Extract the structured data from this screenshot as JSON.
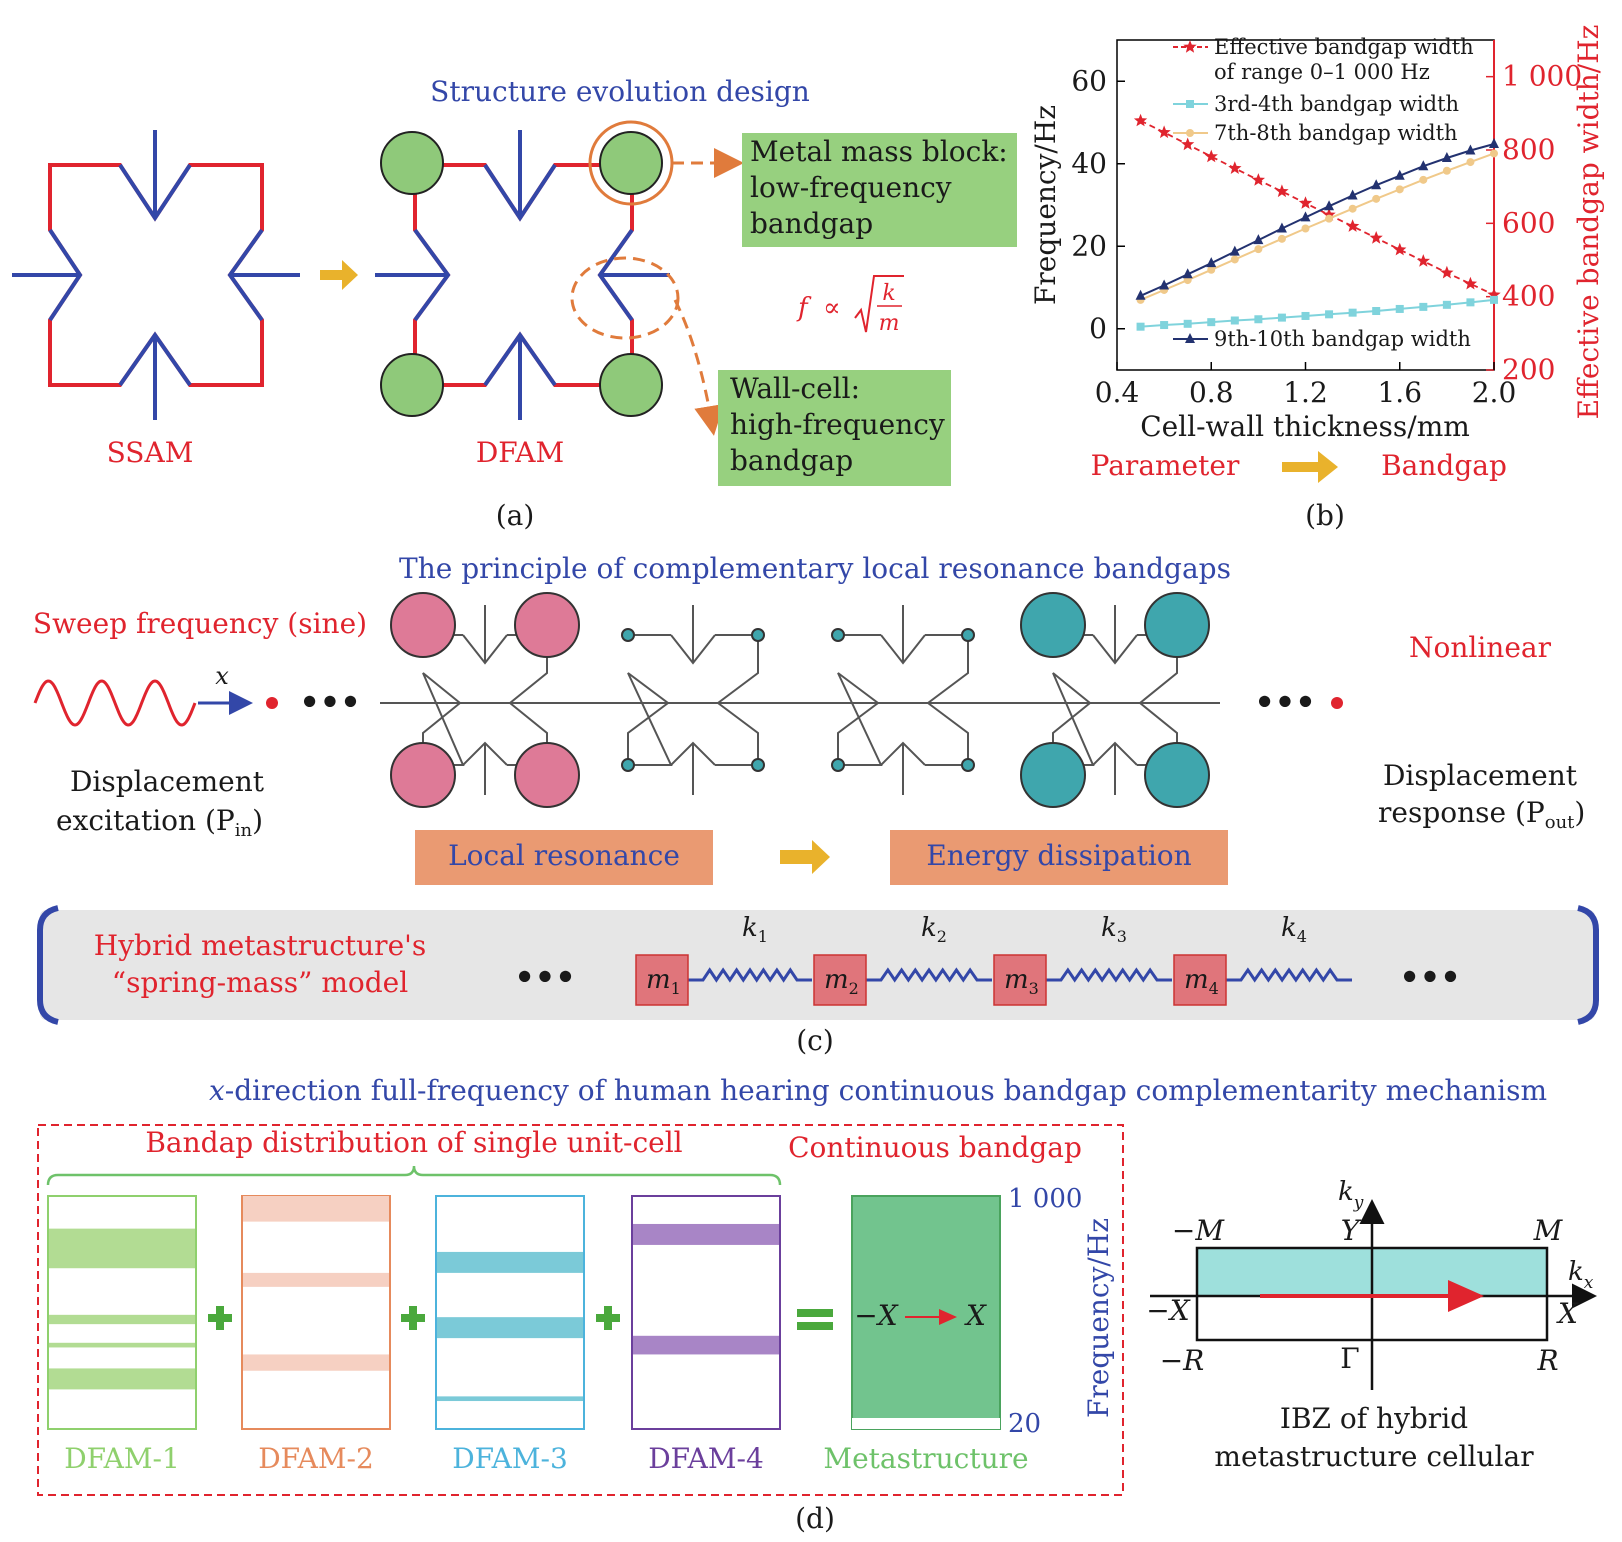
{
  "colors": {
    "red": "#e0242e",
    "blue": "#3347a8",
    "green_box": "#97d07f",
    "mass_green": "#8fc97a",
    "orange": "#e07b3c",
    "arrow_gold": "#e9b22c",
    "pink": "#de7a97",
    "teal": "#3fa6ad",
    "salmon": "#ea9a72",
    "gray_panel": "#e6e6e6",
    "metastructure_green": "#72c48e"
  },
  "panel_a": {
    "title": "Structure evolution design",
    "ssam_label": "SSAM",
    "dfam_label": "DFAM",
    "mass_box": [
      "Metal mass block:",
      "low-frequency",
      "bandgap"
    ],
    "wall_box": [
      "Wall-cell:",
      "high-frequency",
      "bandgap"
    ],
    "formula_f": "f",
    "formula_prop": "∝",
    "formula_k": "k",
    "formula_m": "m",
    "caption": "(a)"
  },
  "panel_b": {
    "caption": "(b)",
    "parameter_label": "Parameter",
    "bandgap_label": "Bandgap"
  },
  "chart_data": {
    "type": "line",
    "xlabel": "Cell-wall thickness/mm",
    "ylabel": "Frequency/Hz",
    "y2label": "Effective bandgap width/Hz",
    "xlim": [
      0.4,
      2.0
    ],
    "ylim": [
      -10,
      70
    ],
    "y2lim": [
      200,
      1100
    ],
    "xticks": [
      "0.4",
      "0.8",
      "1.2",
      "1.6",
      "2.0"
    ],
    "yticks": [
      "0",
      "20",
      "40",
      "60"
    ],
    "y2ticks": [
      "200",
      "400",
      "600",
      "800",
      "1 000"
    ],
    "x": [
      0.5,
      0.6,
      0.7,
      0.8,
      0.9,
      1.0,
      1.1,
      1.2,
      1.3,
      1.4,
      1.5,
      1.6,
      1.7,
      1.8,
      1.9,
      2.0
    ],
    "series": [
      {
        "name": "Effective bandgap width",
        "name2": "of range 0–1 000 Hz",
        "axis": "right",
        "color": "#e0242e",
        "marker": "star",
        "dashed": true,
        "values": [
          880,
          848,
          815,
          782,
          750,
          718,
          687,
          655,
          623,
          592,
          560,
          528,
          497,
          465,
          435,
          405
        ]
      },
      {
        "name": "3rd-4th bandgap width",
        "axis": "left",
        "color": "#7fd3dc",
        "marker": "square",
        "dashed": false,
        "values": [
          0.5,
          0.9,
          1.2,
          1.6,
          2.0,
          2.3,
          2.7,
          3.1,
          3.5,
          3.9,
          4.3,
          4.8,
          5.3,
          5.8,
          6.4,
          7.0
        ]
      },
      {
        "name": "7th-8th bandgap width",
        "axis": "left",
        "color": "#f0c98a",
        "marker": "circle",
        "dashed": false,
        "values": [
          7.0,
          9.4,
          11.8,
          14.3,
          16.8,
          19.3,
          21.8,
          24.3,
          26.7,
          29.1,
          31.5,
          33.8,
          36.1,
          38.3,
          40.4,
          42.5
        ]
      },
      {
        "name": "9th-10th bandgap width",
        "axis": "left",
        "color": "#233270",
        "marker": "triangle",
        "dashed": false,
        "values": [
          8.0,
          10.5,
          13.2,
          15.9,
          18.7,
          21.5,
          24.3,
          27.0,
          29.7,
          32.3,
          34.8,
          37.1,
          39.4,
          41.4,
          43.2,
          44.8
        ]
      }
    ]
  },
  "panel_c": {
    "title": "The principle of complementary local resonance bandgaps",
    "sweep_label": "Sweep frequency (sine)",
    "x_label": "x",
    "nonlinear_label": "Nonlinear",
    "excitation_line1": "Displacement",
    "excitation_line2": "excitation (P",
    "excitation_sub": "in",
    "response_line1": "Displacement",
    "response_line2": "response (P",
    "response_sub": "out",
    "paren_close": ")",
    "local_resonance": "Local resonance",
    "energy_dissipation": "Energy dissipation",
    "model_line1": "Hybrid metastructure's",
    "model_line2": "“spring-mass” model",
    "masses": [
      {
        "m": "m",
        "sub": "1"
      },
      {
        "m": "m",
        "sub": "2"
      },
      {
        "m": "m",
        "sub": "3"
      },
      {
        "m": "m",
        "sub": "4"
      }
    ],
    "springs": [
      {
        "k": "k",
        "sub": "1"
      },
      {
        "k": "k",
        "sub": "2"
      },
      {
        "k": "k",
        "sub": "3"
      },
      {
        "k": "k",
        "sub": "4"
      }
    ],
    "dots": "•••",
    "caption": "(c)"
  },
  "panel_d": {
    "title_var": "x",
    "title_rest": "-direction full-frequency of human hearing continuous bandgap complementarity mechanism",
    "distribution_label": "Bandap distribution of single unit-cell",
    "continuous_label": "Continuous bandgap",
    "freq_top": "1 000",
    "freq_bottom": "20",
    "freq_axis": "Frequency/Hz",
    "meta_left": "−X",
    "meta_right": "X",
    "cells": [
      {
        "label": "DFAM-1",
        "color": "#8fd06d",
        "fill": "#b2dc93",
        "bands": [
          [
            0.86,
            0.69
          ],
          [
            0.49,
            0.45
          ],
          [
            0.37,
            0.35
          ],
          [
            0.26,
            0.17
          ]
        ]
      },
      {
        "label": "DFAM-2",
        "color": "#e68a5c",
        "fill": "#f6d0c2",
        "bands": [
          [
            1.0,
            0.89
          ],
          [
            0.67,
            0.61
          ],
          [
            0.32,
            0.25
          ]
        ]
      },
      {
        "label": "DFAM-3",
        "color": "#4cb3dc",
        "fill": "#7bcad8",
        "bands": [
          [
            0.76,
            0.67
          ],
          [
            0.48,
            0.39
          ],
          [
            0.14,
            0.12
          ]
        ]
      },
      {
        "label": "DFAM-4",
        "color": "#6b3f9c",
        "fill": "#a885c6",
        "bands": [
          [
            0.88,
            0.79
          ],
          [
            0.4,
            0.32
          ]
        ]
      }
    ],
    "meta_label": "Metastructure",
    "plus": "+",
    "equals": "=",
    "ibz": {
      "ky": "k",
      "ky_sub": "y",
      "kx": "k",
      "kx_sub": "x",
      "neg_m": "−M",
      "m": "M",
      "y": "Y",
      "neg_x": "−X",
      "x": "X",
      "neg_r": "−R",
      "gamma": "Γ",
      "r": "R",
      "caption_line1": "IBZ of hybrid",
      "caption_line2": "metastructure cellular"
    },
    "caption": "(d)"
  }
}
